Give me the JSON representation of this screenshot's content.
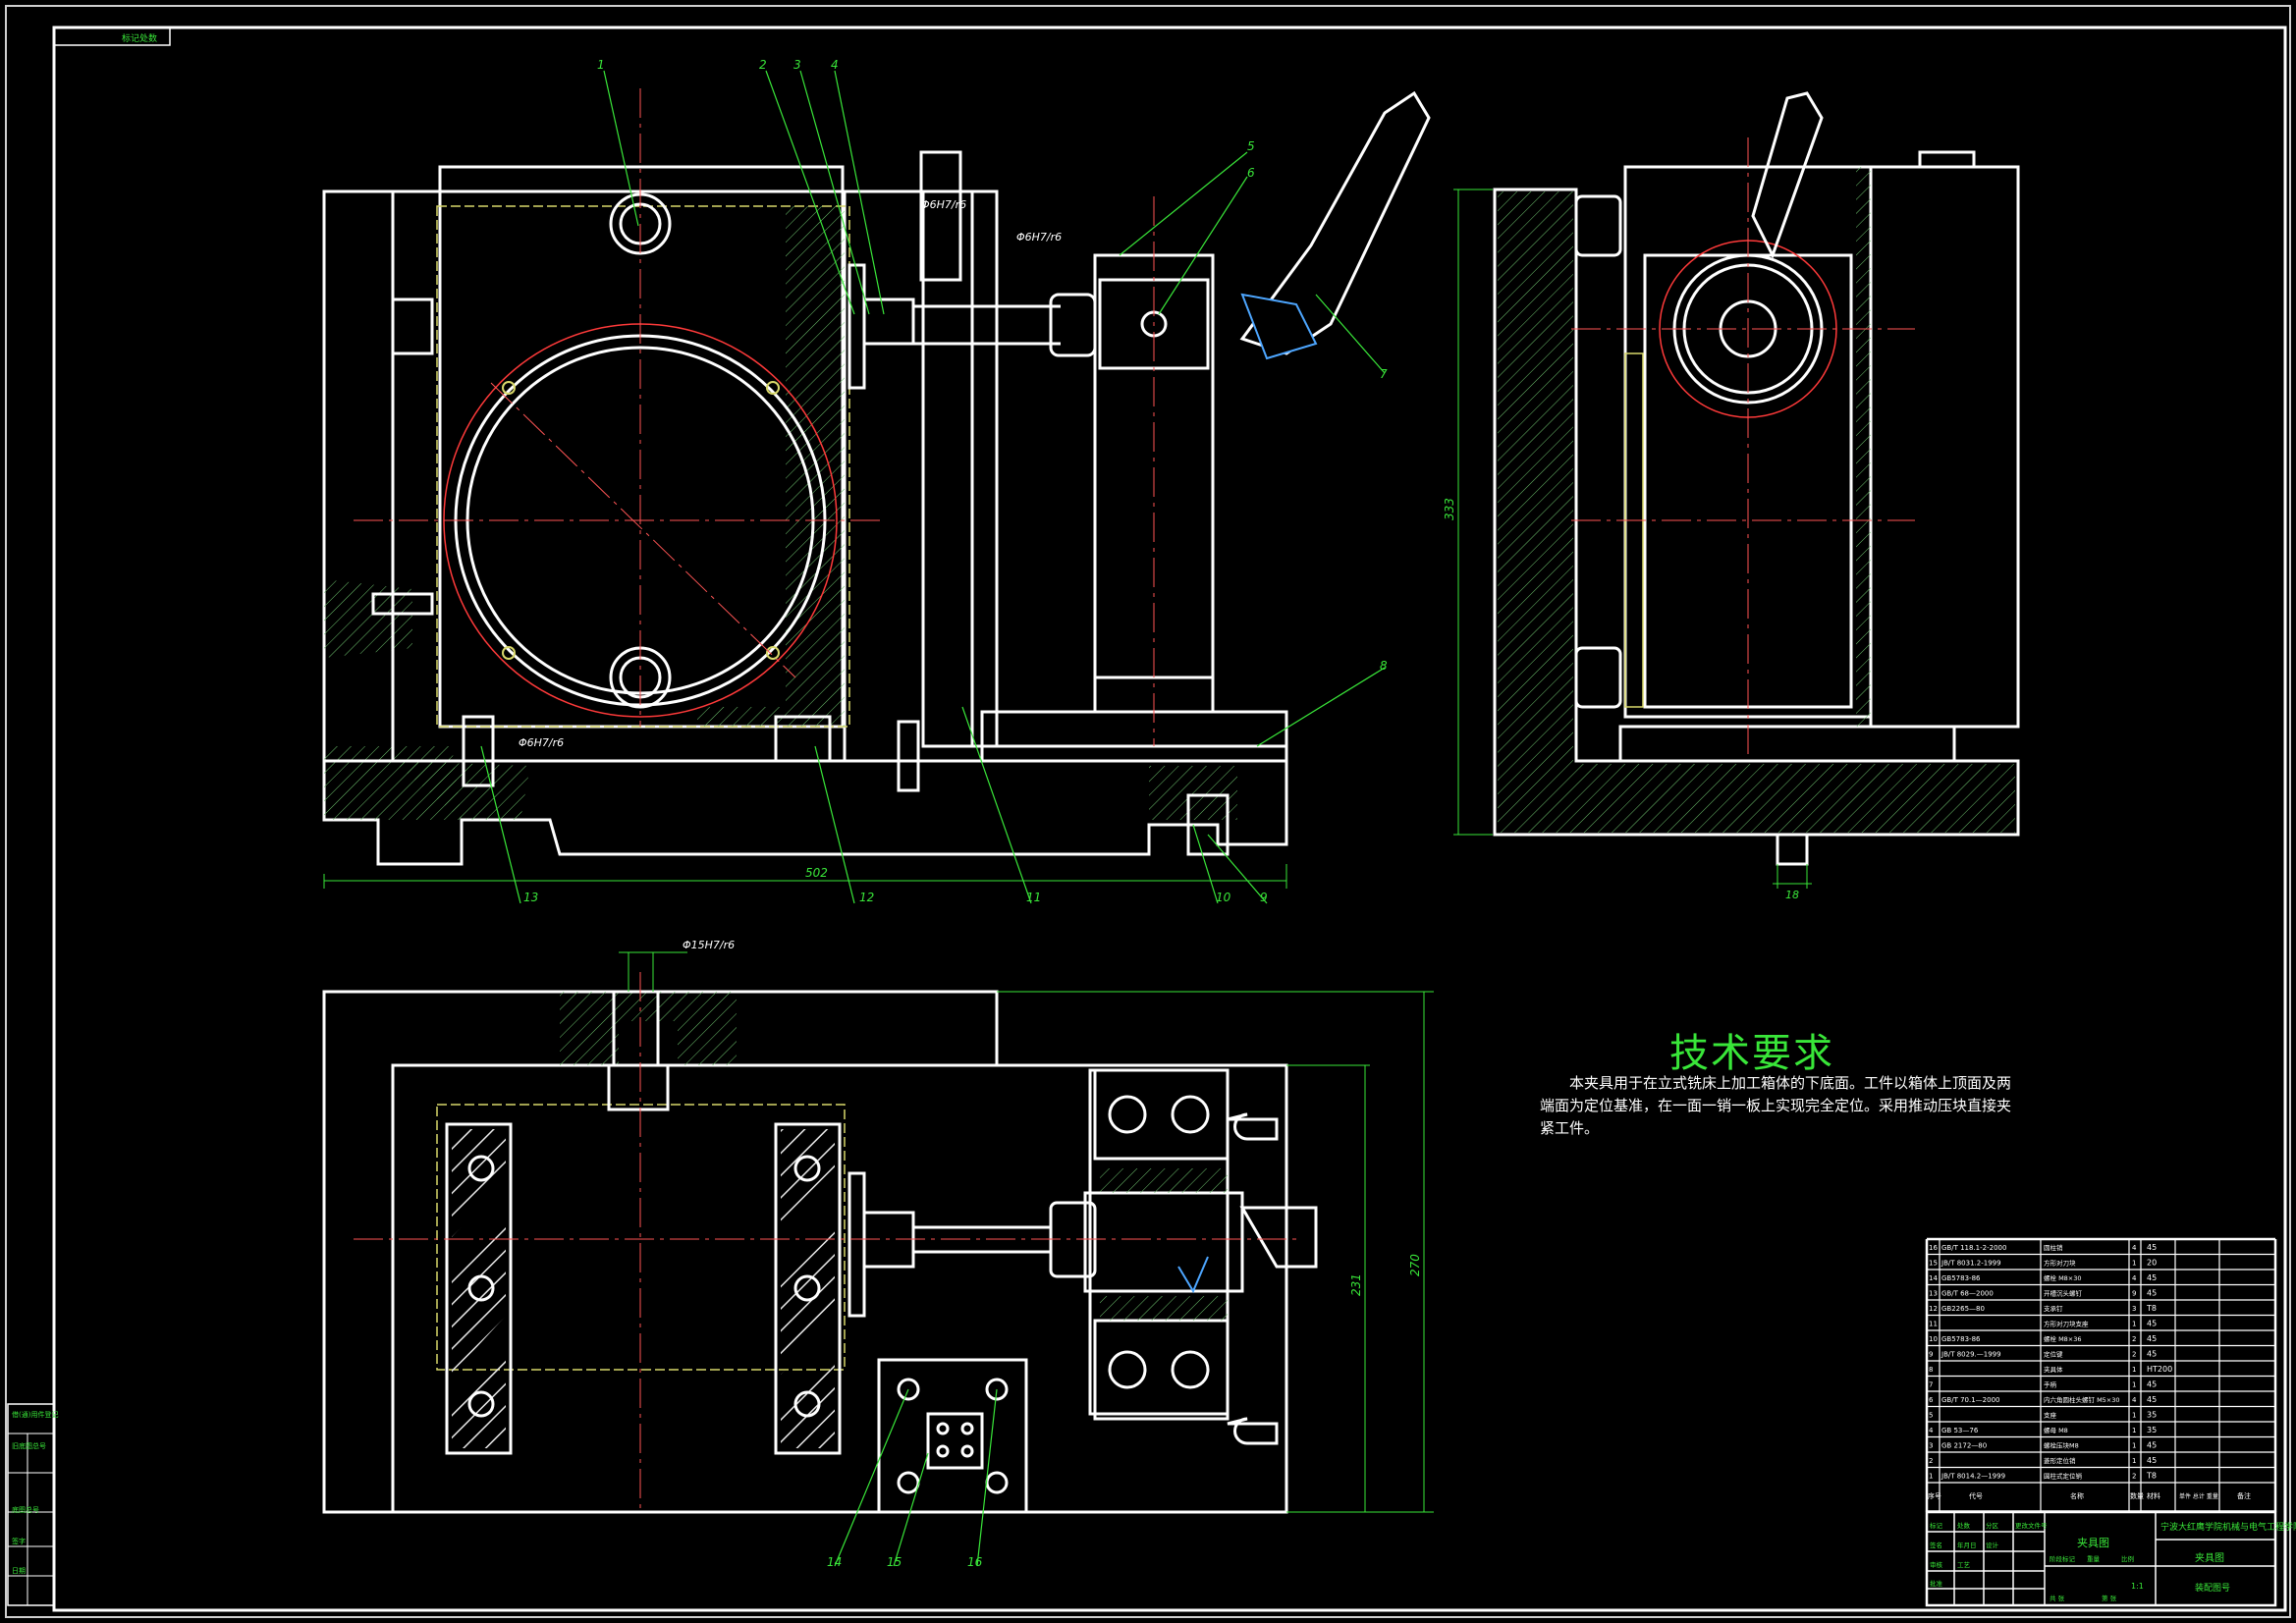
{
  "title_tag": "标记处数",
  "tech_requirements": {
    "heading": "技术要求",
    "body": "本夹具用于在立式铣床上加工箱体的下底面。工件以箱体上顶面及两端面为定位基准，在一面一销一板上实现完全定位。采用推动压块直接夹紧工件。"
  },
  "dimensions": {
    "front_width": "502",
    "side_height": "333",
    "side_shaft": "18",
    "fit_a": "Φ6H7/r6",
    "fit_b": "Φ6H7/r6",
    "fit_c": "Φ15H7/r6",
    "fit_d": "Φ6H7/r6",
    "plan_inner": "231",
    "plan_outer": "270"
  },
  "balloons_front": [
    "1",
    "2",
    "3",
    "4",
    "5",
    "6",
    "7",
    "8",
    "9",
    "10",
    "11",
    "12",
    "13"
  ],
  "balloons_plan": [
    "14",
    "15",
    "16"
  ],
  "bom": [
    {
      "no": "16",
      "code": "GB/T 118.1-2-2000",
      "name": "圆柱销",
      "qty": "4",
      "material": "45"
    },
    {
      "no": "15",
      "code": "JB/T 8031.2-1999",
      "name": "方形对刀块",
      "qty": "1",
      "material": "20"
    },
    {
      "no": "14",
      "code": "GB5783-86",
      "name": "螺栓 M8×30",
      "qty": "4",
      "material": "45"
    },
    {
      "no": "13",
      "code": "GB/T 68—2000",
      "name": "开槽沉头螺钉",
      "qty": "9",
      "material": "45"
    },
    {
      "no": "12",
      "code": "GB2265—80",
      "name": "支承钉",
      "qty": "3",
      "material": "T8"
    },
    {
      "no": "11",
      "code": "",
      "name": "方形对刀块支座",
      "qty": "1",
      "material": "45"
    },
    {
      "no": "10",
      "code": "GB5783-86",
      "name": "螺栓 M8×36",
      "qty": "2",
      "material": "45"
    },
    {
      "no": "9",
      "code": "JB/T 8029.—1999",
      "name": "定位键",
      "qty": "2",
      "material": "45"
    },
    {
      "no": "8",
      "code": "",
      "name": "夹具体",
      "qty": "1",
      "material": "HT200"
    },
    {
      "no": "7",
      "code": "",
      "name": "手柄",
      "qty": "1",
      "material": "45"
    },
    {
      "no": "6",
      "code": "GB/T 70.1—2000",
      "name": "内六角圆柱头螺钉 M5×30",
      "qty": "4",
      "material": "45"
    },
    {
      "no": "5",
      "code": "",
      "name": "支座",
      "qty": "1",
      "material": "35"
    },
    {
      "no": "4",
      "code": "GB 53—76",
      "name": "螺母 M8",
      "qty": "1",
      "material": "35"
    },
    {
      "no": "3",
      "code": "GB 2172—80",
      "name": "螺栓压块M8",
      "qty": "1",
      "material": "45"
    },
    {
      "no": "2",
      "code": "",
      "name": "菱形定位销",
      "qty": "1",
      "material": "45"
    },
    {
      "no": "1",
      "code": "JB/T 8014.2—1999",
      "name": "圆柱式定位销",
      "qty": "2",
      "material": "T8"
    }
  ],
  "bom_header": {
    "no": "序号",
    "code": "代号",
    "name": "名称",
    "qty": "数量",
    "material": "材料",
    "mass": "单件 总计 重量",
    "remark": "备注"
  },
  "title_block": {
    "school": "宁波大红鹰学院机械与电气工程学院",
    "drawing_name": "夹具图",
    "drawing_name2": "夹具图",
    "sub": "装配图号",
    "scale": "1:1",
    "labels": [
      "标记",
      "处数",
      "分区",
      "更改文件号",
      "签名",
      "年月日",
      "设计",
      "审核",
      "工艺",
      "批准",
      "阶段标记",
      "重量",
      "比例",
      "共 张",
      "第 张"
    ]
  },
  "left_strip": [
    "借(通)用件登记",
    "旧底图总号",
    "底图总号",
    "签字",
    "日期"
  ]
}
